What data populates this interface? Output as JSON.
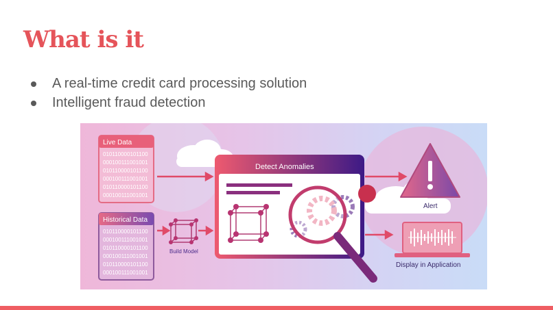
{
  "slide": {
    "title": "What is it",
    "bullets": [
      "A real-time credit card processing solution",
      "Intelligent fraud detection"
    ]
  },
  "illustration": {
    "live_data": {
      "label": "Live Data",
      "rows": [
        "010110000101100",
        "000100111001001",
        "010110000101100",
        "000100111001001",
        "010110000101100",
        "000100111001001"
      ]
    },
    "historical_data": {
      "label": "Historical Data",
      "rows": [
        "010110000101100",
        "000100111001001",
        "010110000101100",
        "000100111001001",
        "010110000101100",
        "000100111001001"
      ]
    },
    "build_model_label": "Build Model",
    "detect_anomalies_label": "Detect Anomalies",
    "alert_label": "Alert",
    "display_label": "Display in Application"
  },
  "colors": {
    "title": "#e5545a",
    "body_text": "#595959",
    "accent_bar": "#ef5d62",
    "panel_pink": "#e4607a",
    "panel_purple": "#4b1f86"
  }
}
